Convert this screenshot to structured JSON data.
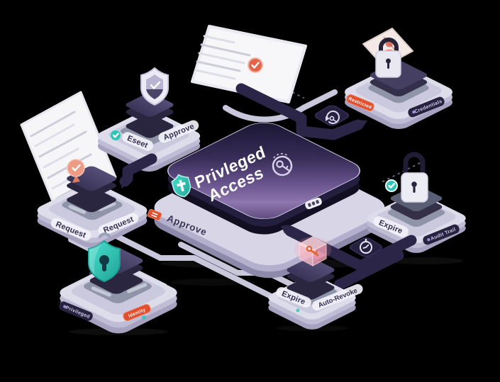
{
  "meta": {
    "description": "Isometric dark-themed illustration of a privileged access management workflow",
    "background": "#000000"
  },
  "colors": {
    "accent_teal": "#2EC4B6",
    "accent_orange": "#E2654A",
    "badge_red": "#E0502F",
    "base_lavender": "#D7D5E6",
    "cube_purple": "#453F63",
    "slab_purple": "#6B5590",
    "connector_light": "#C9C7DB",
    "connector_dark": "#2B2647",
    "card_white": "#F7F7FA"
  },
  "platform": {
    "title_line1": "Privleged",
    "title_line2": "Access",
    "front_label": "Approve"
  },
  "nodes": {
    "reset": {
      "label_left": "Eseet",
      "label_right": "Approve"
    },
    "request": {
      "label_left": "Request",
      "label_right": "Request"
    },
    "credentials": {
      "badge_left": "Restricted",
      "badge_right": "Credentials"
    },
    "audit": {
      "label_left": "Expire",
      "badge_right": "Audit Trail"
    },
    "autorevoke": {
      "label_left": "Expire",
      "label_right": "Auto-Revoke"
    },
    "identity": {
      "badge_left": "Privileged",
      "badge_right": "Identity"
    }
  },
  "icons": [
    "shield-cross-icon",
    "key-search-icon",
    "battery-indicator-icon",
    "shield-check-icon",
    "check-circle-icon",
    "pin-check-icon",
    "padlock-icon",
    "id-card-icon",
    "padlock-check-icon",
    "key-rotation-icon",
    "stopwatch-icon",
    "teal-shield-icon",
    "key-cube-icon"
  ]
}
